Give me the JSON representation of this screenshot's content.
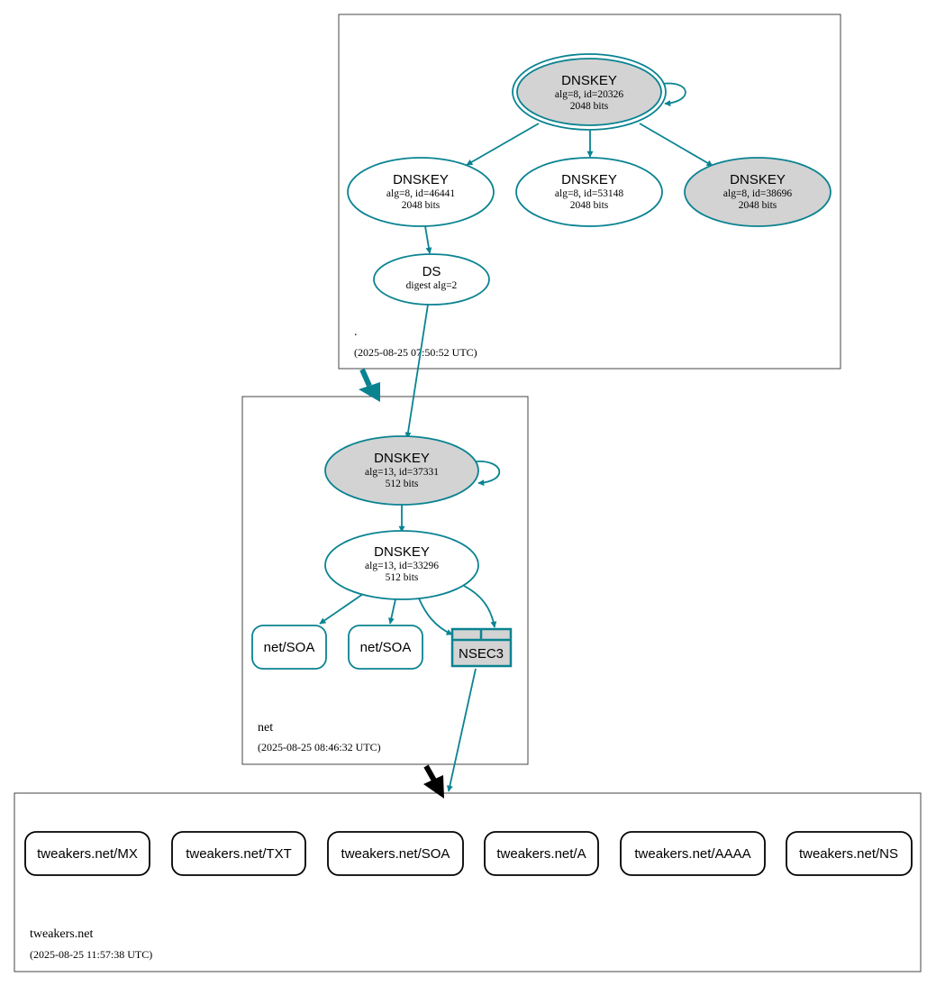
{
  "colors": {
    "edge": "#0a8391",
    "node_fill_gray": "#d3d3d3",
    "node_fill_white": "#ffffff",
    "zone_border": "#444444",
    "delegation_black": "#000000"
  },
  "zones": {
    "root": {
      "name": ".",
      "timestamp": "(2025-08-25 07:50:52 UTC)"
    },
    "net": {
      "name": "net",
      "timestamp": "(2025-08-25 08:46:32 UTC)"
    },
    "tweakers": {
      "name": "tweakers.net",
      "timestamp": "(2025-08-25 11:57:38 UTC)"
    }
  },
  "nodes": {
    "root_ksk": {
      "title": "DNSKEY",
      "line1": "alg=8, id=20326",
      "line2": "2048 bits"
    },
    "root_zsk1": {
      "title": "DNSKEY",
      "line1": "alg=8, id=46441",
      "line2": "2048 bits"
    },
    "root_zsk2": {
      "title": "DNSKEY",
      "line1": "alg=8, id=53148",
      "line2": "2048 bits"
    },
    "root_zsk3": {
      "title": "DNSKEY",
      "line1": "alg=8, id=38696",
      "line2": "2048 bits"
    },
    "net_ds": {
      "title": "DS",
      "line1": "digest alg=2"
    },
    "net_ksk": {
      "title": "DNSKEY",
      "line1": "alg=13, id=37331",
      "line2": "512 bits"
    },
    "net_zsk": {
      "title": "DNSKEY",
      "line1": "alg=13, id=33296",
      "line2": "512 bits"
    },
    "net_soa1": {
      "label": "net/SOA"
    },
    "net_soa2": {
      "label": "net/SOA"
    },
    "net_nsec3": {
      "label": "NSEC3"
    }
  },
  "records": {
    "mx": "tweakers.net/MX",
    "txt": "tweakers.net/TXT",
    "soa": "tweakers.net/SOA",
    "a": "tweakers.net/A",
    "aaaa": "tweakers.net/AAAA",
    "ns": "tweakers.net/NS"
  }
}
